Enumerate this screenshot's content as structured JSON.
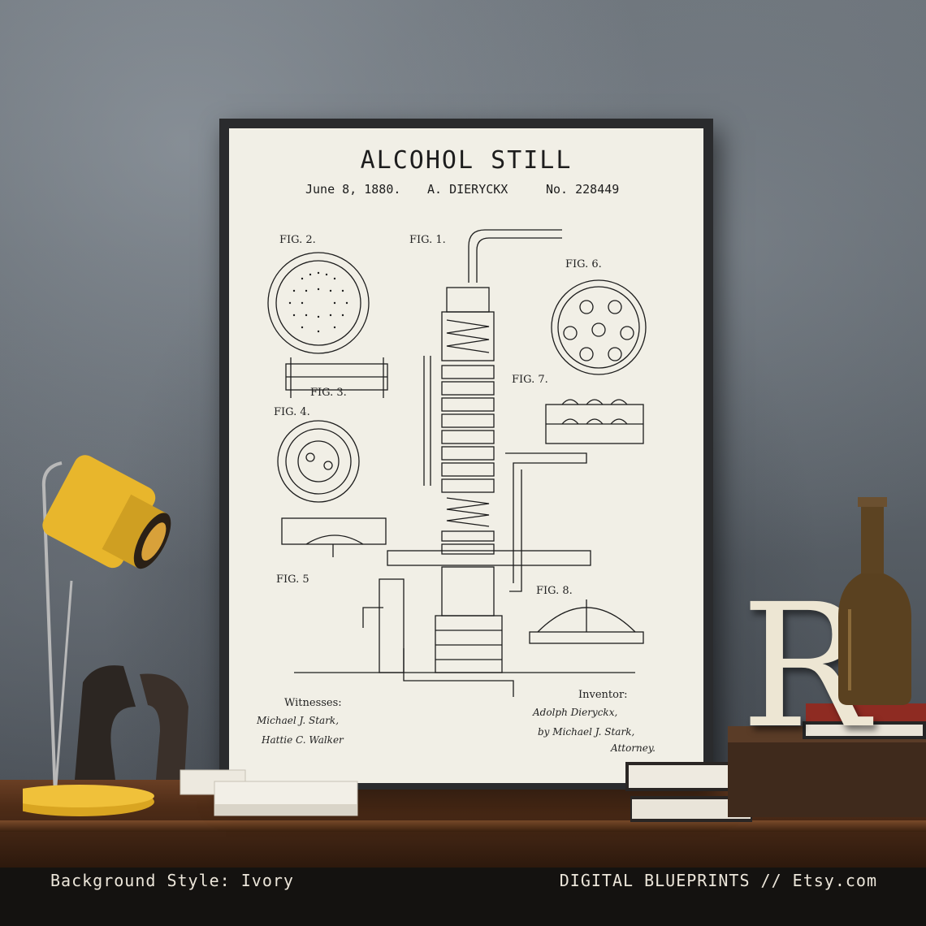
{
  "poster": {
    "title": "ALCOHOL STILL",
    "date": "June 8, 1880.",
    "inventor_name": "A. DIERYCKX",
    "patent_no": "No. 228449",
    "figures": [
      "FIG. 1.",
      "FIG. 2.",
      "FIG. 3.",
      "FIG. 4.",
      "FIG. 5",
      "FIG. 6.",
      "FIG. 7.",
      "FIG. 8."
    ],
    "witnesses_label": "Witnesses:",
    "witness_signatures": [
      "Michael J. Stark,",
      "Hattie C. Walker"
    ],
    "inventor_label": "Inventor:",
    "inventor_signatures": [
      "Adolph Dieryckx,",
      "by Michael J. Stark,",
      "Attorney."
    ]
  },
  "caption": {
    "left": "Background Style: Ivory",
    "right": "DIGITAL BLUEPRINTS // Etsy.com"
  },
  "props": {
    "letter": "R"
  },
  "colors": {
    "paper": "#f1efe6",
    "ink": "#1d1d1d",
    "lamp_yellow": "#e8b62c",
    "wood": "#4e2c17"
  }
}
